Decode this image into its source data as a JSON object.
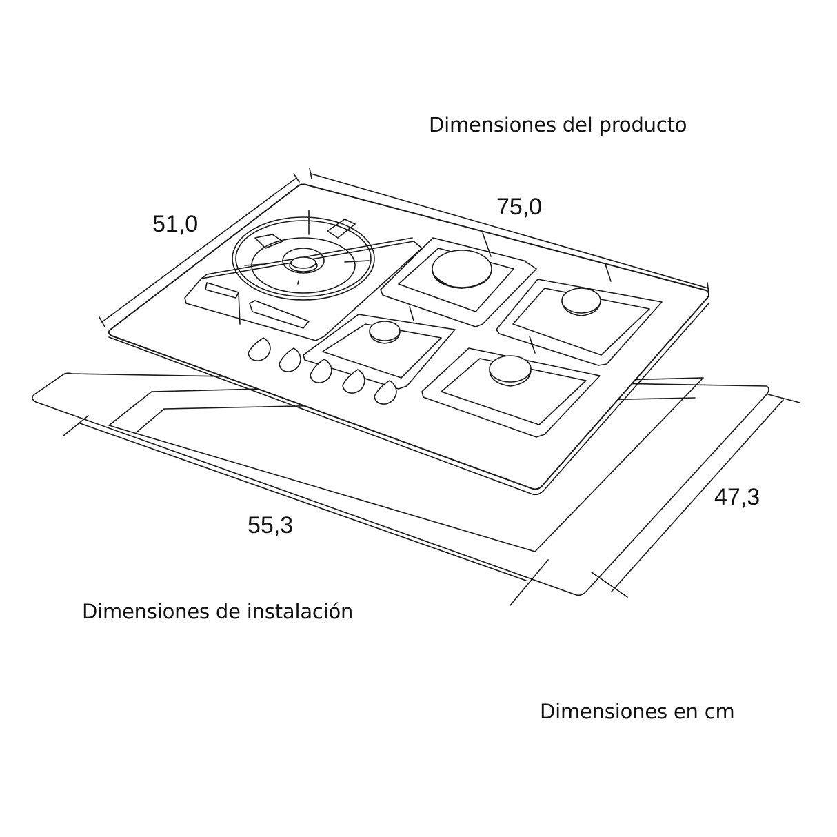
{
  "headings": {
    "product": "Dimensiones del producto",
    "installation": "Dimensiones de instalación",
    "units": "Dimensiones en cm"
  },
  "dimensions": {
    "product_depth": "51,0",
    "product_width": "75,0",
    "cutout_width": "55,3",
    "cutout_depth": "47,3"
  },
  "hob": {
    "burners": [
      {
        "id": "wok",
        "type": "wok burner with ring support"
      },
      {
        "id": "rear-center",
        "type": "large burner"
      },
      {
        "id": "rear-right",
        "type": "medium burner"
      },
      {
        "id": "front-center",
        "type": "small burner"
      },
      {
        "id": "front-right",
        "type": "medium burner"
      }
    ],
    "knob_count": 5
  },
  "colors": {
    "line": "#1a1a1a",
    "background": "#ffffff",
    "text": "#111111"
  }
}
